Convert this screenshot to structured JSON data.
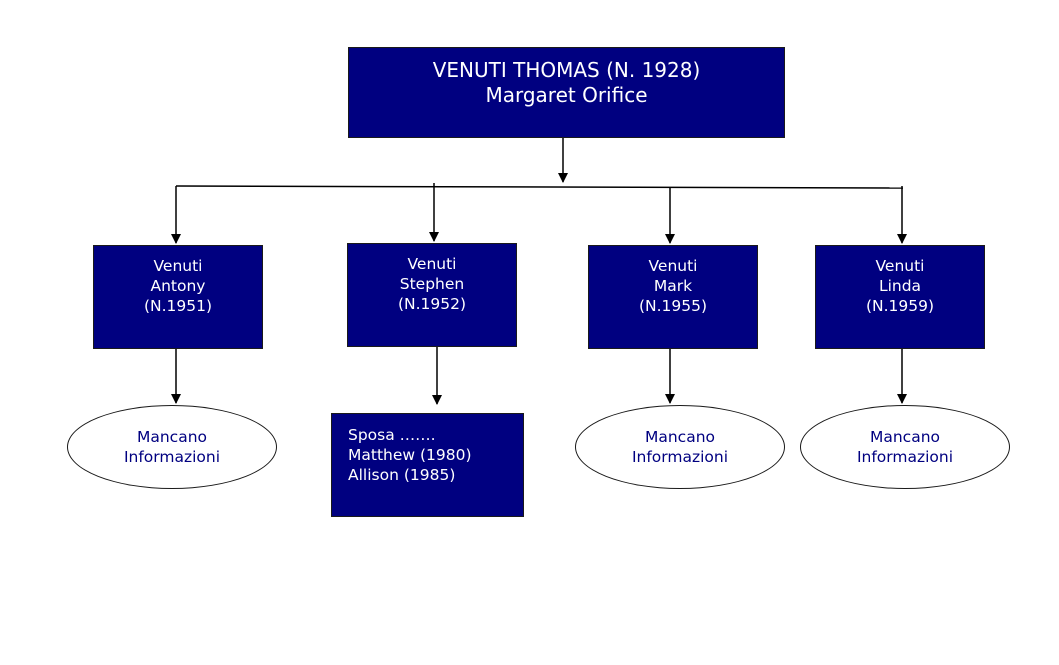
{
  "root": {
    "name": "VENUTI THOMAS (N. 1928)",
    "spouse": "Margaret Orifice"
  },
  "children": [
    {
      "surname": "Venuti",
      "given": "Antony",
      "born": "(N.1951)",
      "descendants": {
        "type": "oval",
        "line1": "Mancano",
        "line2": "Informazioni"
      }
    },
    {
      "surname": "Venuti",
      "given": "Stephen",
      "born": "(N.1952)",
      "descendants": {
        "type": "box",
        "line1": "Sposa …….",
        "line2": "Matthew (1980)",
        "line3": "Allison (1985)"
      }
    },
    {
      "surname": "Venuti",
      "given": "Mark",
      "born": "(N.1955)",
      "descendants": {
        "type": "oval",
        "line1": "Mancano",
        "line2": "Informazioni"
      }
    },
    {
      "surname": "Venuti",
      "given": "Linda",
      "born": "(N.1959)",
      "descendants": {
        "type": "oval",
        "line1": "Mancano",
        "line2": "Informazioni"
      }
    }
  ],
  "colors": {
    "box_fill": "#000080",
    "box_text": "#ffffff",
    "oval_text": "#000080",
    "line": "#000000"
  }
}
